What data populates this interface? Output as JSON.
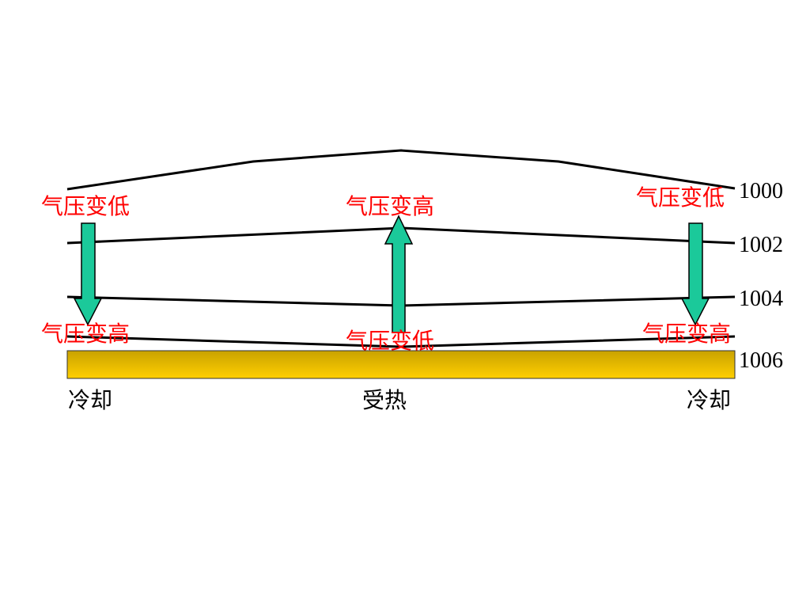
{
  "isobars": [
    {
      "value": "1000"
    },
    {
      "value": "1002"
    },
    {
      "value": "1004"
    },
    {
      "value": "1006"
    }
  ],
  "labels": {
    "left_top": "气压变低",
    "center_top": "气压变高",
    "right_top": "气压变低",
    "left_bottom": "气压变高",
    "center_bottom": "气压变低",
    "right_bottom": "气压变高"
  },
  "surface": {
    "left": "冷却",
    "center": "受热",
    "right": "冷却"
  },
  "colors": {
    "arrow_fill": "#1bc99a",
    "label_text": "#ff0000",
    "ground_top": "#c9a200",
    "ground_bottom": "#ffcf00"
  }
}
